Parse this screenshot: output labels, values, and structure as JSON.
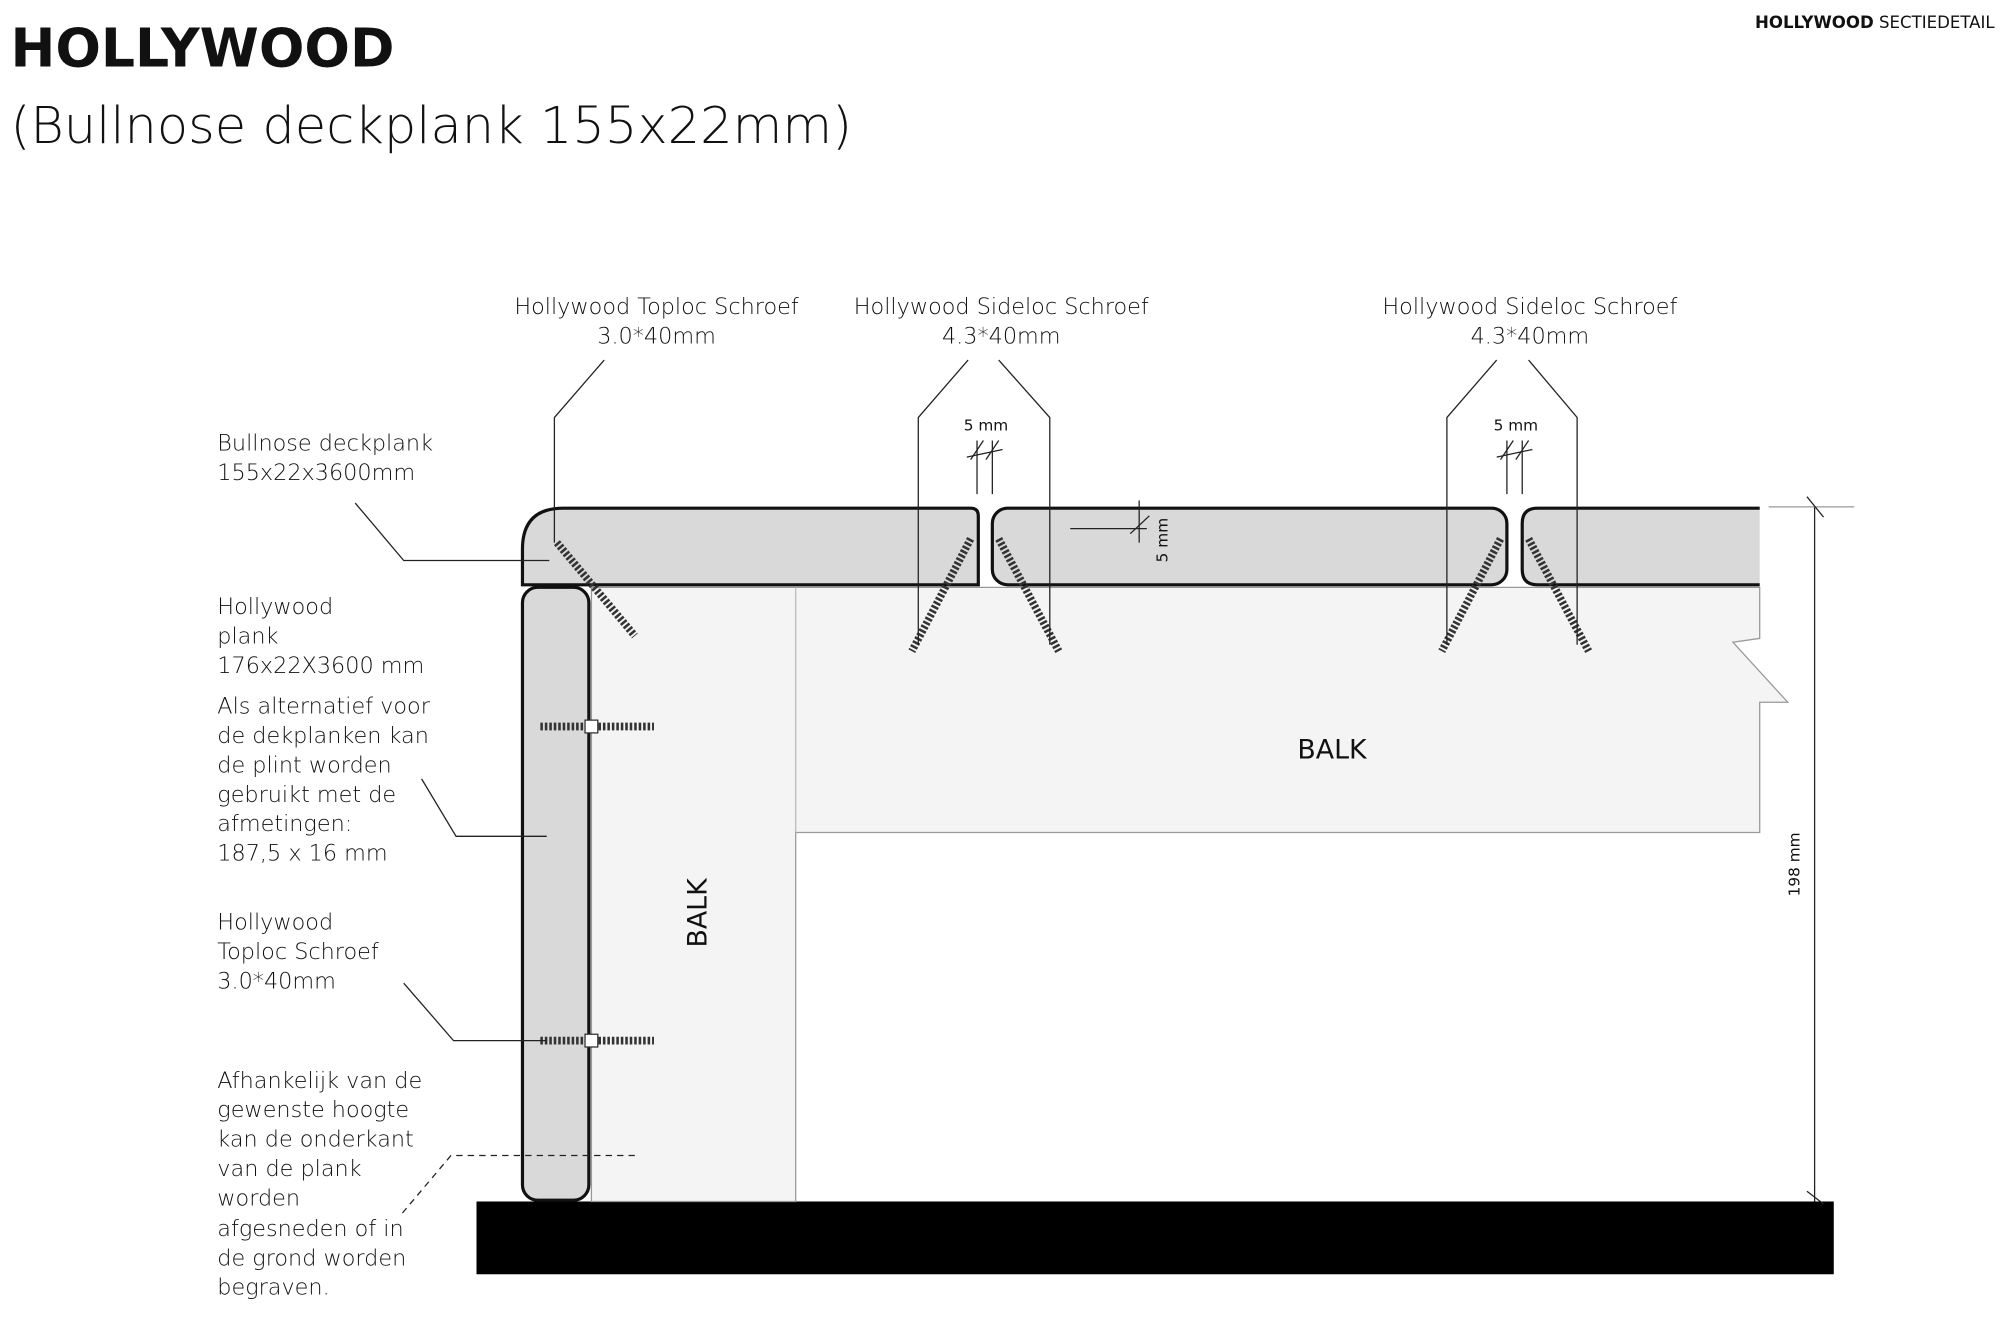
{
  "header": {
    "title": "HOLLYWOOD",
    "subtitle": "(Bullnose deckplank 155x22mm)",
    "corner_brand": "HOLLYWOOD",
    "corner_label": "SECTIEDETAIL"
  },
  "callouts_top": [
    {
      "line1": "Hollywood Toploc Schroef",
      "line2": "3.0*40mm"
    },
    {
      "line1": "Hollywood Sideloc Schroef",
      "line2": "4.3*40mm"
    },
    {
      "line1": "Hollywood Sideloc Schroef",
      "line2": "4.3*40mm"
    }
  ],
  "callouts_left": {
    "bullnose": [
      "Bullnose deckplank",
      "155x22x3600mm"
    ],
    "plank": [
      "Hollywood",
      "plank",
      "176x22X3600 mm",
      "Als alternatief voor",
      "de dekplanken kan",
      "de plint worden",
      "gebruikt met de",
      "afmetingen:",
      "187,5 x 16 mm"
    ],
    "toploc": [
      "Hollywood",
      "Toploc Schroef",
      "3.0*40mm"
    ],
    "cut": [
      "Afhankelijk van de",
      "gewenste hoogte",
      "kan de onderkant",
      "van de plank",
      "worden",
      "afgesneden of in",
      "de grond worden",
      "begraven."
    ]
  },
  "dimensions": {
    "gap1": "5 mm",
    "gap2": "5 mm",
    "gap_vertical": "5 mm",
    "height": "198 mm"
  },
  "beams": {
    "horizontal": "BALK",
    "vertical": "BALK"
  },
  "colors": {
    "plank_fill": "#d9d9d9",
    "beam_fill": "#f4f4f4",
    "ground": "#000000"
  }
}
